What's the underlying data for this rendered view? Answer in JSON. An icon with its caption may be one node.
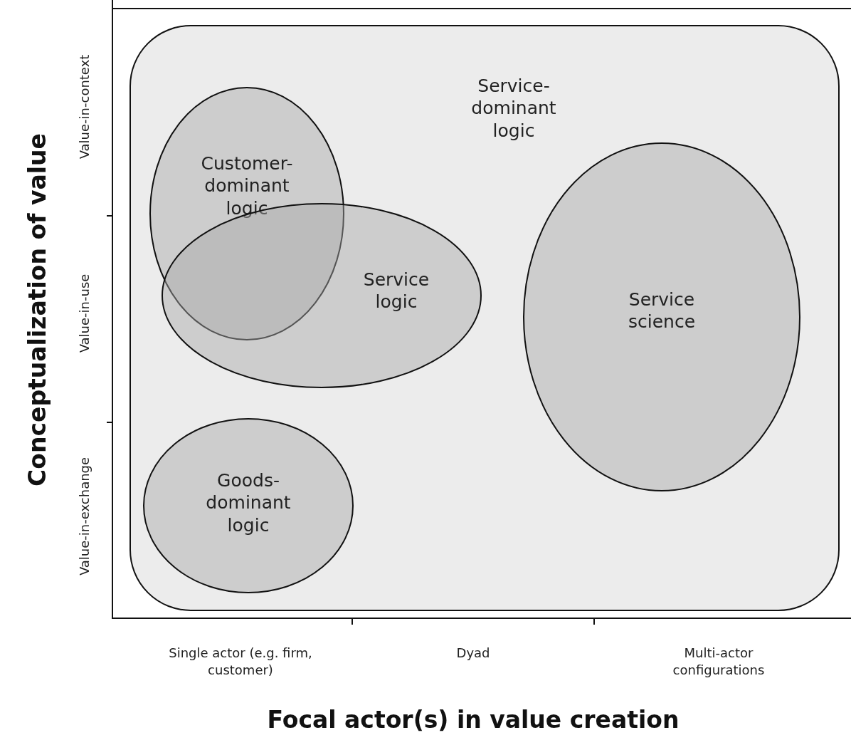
{
  "diagram": {
    "nodes": [
      {
        "text": [
          "Service-dominant logic"
        ]
      },
      {
        "text": [
          "Customer-dominant logic"
        ],
        "in": 0
      },
      {
        "text": [
          "Service logic"
        ],
        "in": 0
      },
      {
        "text": [
          "Service science"
        ],
        "in": 0
      },
      {
        "text": [
          "Goods-dominant logic"
        ],
        "in": 0
      }
    ],
    "labels": [
      "Value-in-context",
      "Value-in-use",
      "Value-in-exchange",
      "Conceptualization of value",
      "Single actor (e.g. firm, customer)",
      "Dyad",
      "Multi-actor configurations",
      "Focal actor(s) in value creation"
    ]
  }
}
